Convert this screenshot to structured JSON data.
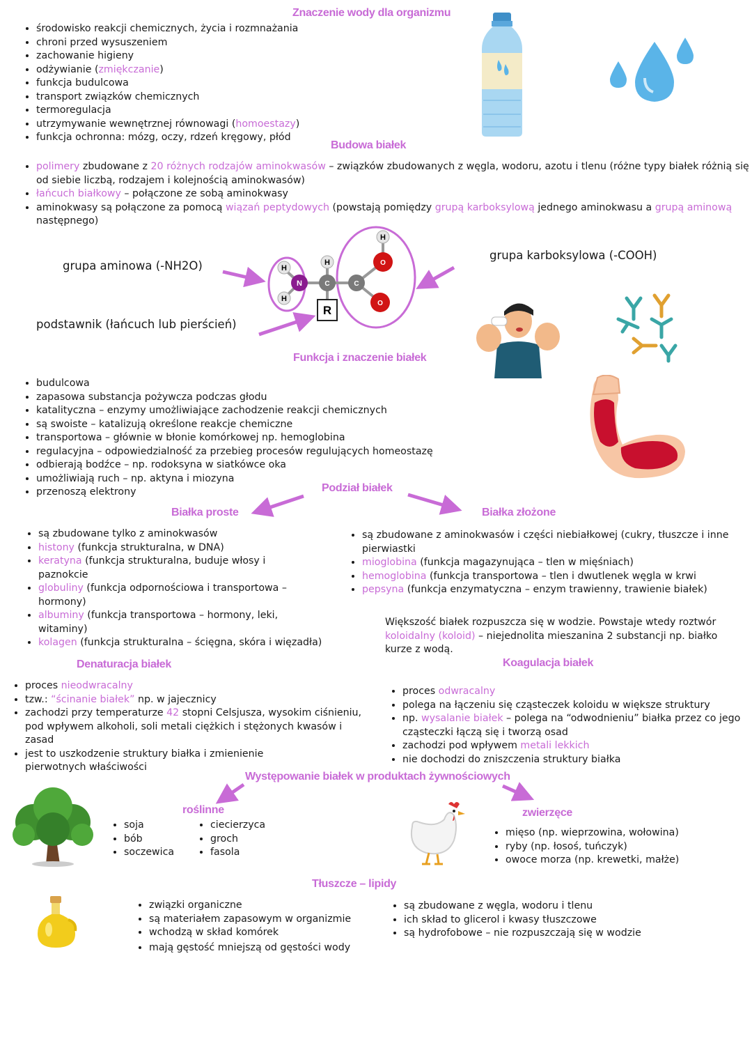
{
  "water": {
    "title": "Znaczenie wody dla organizmu",
    "items": [
      "środowisko reakcji chemicznych, życia i rozmnażania",
      "chroni przed wysuszeniem",
      "zachowanie higieny",
      "funkcja budulcowa",
      "transport związków chemicznych",
      "termoregulacja",
      "funkcja ochronna: mózg, oczy, rdzeń kręgowy, płód"
    ],
    "nutrition": {
      "text": "odżywianie (",
      "term": "zmiękczanie",
      "close": ")"
    },
    "homeostasis": {
      "text": "utrzymywanie wewnętrznej równowagi (",
      "term": "homoestazy",
      "close": ")"
    }
  },
  "protein_structure": {
    "title": "Budowa białek",
    "b1": {
      "t1": "polimery",
      "t2": " zbudowane z ",
      "t3": "20 różnych rodzajów aminokwasów",
      "t4": " – związków zbudowanych z węgla, wodoru, azotu i tlenu (różne typy białek różnią się od siebie liczbą, rodzajem i kolejnością aminokwasów)"
    },
    "b2": {
      "t1": "łańcuch białkowy",
      "t2": " – połączone ze sobą aminokwasy"
    },
    "b3": {
      "t1": "aminokwasy są połączone za pomocą ",
      "t2": "wiązań peptydowych",
      "t3": " (powstają pomiędzy ",
      "t4": "grupą karboksylową",
      "t5": " jednego aminokwasu a ",
      "t6": "grupą aminową",
      "t7": " następnego)"
    }
  },
  "diagram": {
    "amino_label": "grupa aminowa (-NH2O)",
    "carboxyl_label": "grupa karboksylowa (-COOH)",
    "substituent_label": "podstawnik (łańcuch lub pierścień)",
    "atoms": {
      "h": "H",
      "n": "N",
      "c": "C",
      "o": "O",
      "r": "R"
    }
  },
  "protein_function": {
    "title": "Funkcja i znaczenie białek",
    "items": [
      "budulcowa",
      "zapasowa substancja pożywcza podczas głodu",
      "katalityczna – enzymy umożliwiające zachodzenie reakcji chemicznych",
      "są swoiste – katalizują określone reakcje chemiczne",
      "transportowa – głównie w błonie komórkowej np. hemoglobina",
      "regulacyjna – odpowiedzialność za przebieg procesów regulujących homeostazę",
      "odbierają bodźce – np. rodoksyna w siatkówce oka",
      "umożliwiają ruch – np. aktyna i miozyna",
      "przenoszą elektrony"
    ]
  },
  "division": {
    "title": "Podział białek",
    "simple": {
      "title": "Białka proste",
      "first": "są zbudowane tylko z aminokwasów",
      "items": [
        {
          "term": "histony",
          "desc": " (funkcja strukturalna, w DNA)"
        },
        {
          "term": "keratyna",
          "desc": " (funkcja strukturalna, buduje włosy i paznokcie"
        },
        {
          "term": "globuliny",
          "desc": " (funkcja odpornościowa i transportowa – hormony)"
        },
        {
          "term": "albuminy",
          "desc": " (funkcja transportowa – hormony, leki, witaminy)"
        },
        {
          "term": "kolagen",
          "desc": " (funkcja strukturalna – ścięgna, skóra i więzadła)"
        }
      ]
    },
    "complex": {
      "title": "Białka złożone",
      "first": "są zbudowane z aminokwasów i części niebiałkowej (cukry, tłuszcze i inne pierwiastki",
      "items": [
        {
          "term": "mioglobina",
          "desc": " (funkcja magazynująca – tlen w mięśniach)"
        },
        {
          "term": "hemoglobina",
          "desc": " (funkcja transportowa – tlen i dwutlenek węgla w krwi"
        },
        {
          "term": "pepsyna",
          "desc": " (funkcja enzymatyczna – enzym trawienny, trawienie białek)"
        }
      ]
    }
  },
  "colloid": {
    "t1": "Większość białek rozpuszcza się w wodzie. Powstaje wtedy roztwór ",
    "t2": "koloidalny (koloid)",
    "t3": " – niejednolita mieszanina 2 substancji np. białko kurze z wodą."
  },
  "denaturation": {
    "title": "Denaturacja białek",
    "b1": {
      "t1": "proces ",
      "t2": "nieodwracalny"
    },
    "b2": {
      "t1": "tzw.: ",
      "t2": "“ścinanie białek”",
      "t3": " np. w jajecznicy"
    },
    "b3": {
      "t1": "zachodzi przy temperaturze ",
      "t2": "42",
      "t3": " stopni Celsjusza, wysokim ciśnieniu, pod wpływem alkoholi, soli metali ciężkich i stężonych kwasów i zasad"
    },
    "b4": "jest to uszkodzenie struktury białka i zmienienie pierwotnych właściwości"
  },
  "coagulation": {
    "title": "Koagulacja białek",
    "b1": {
      "t1": "proces ",
      "t2": "odwracalny"
    },
    "b2": "polega na łączeniu się cząsteczek koloidu w większe struktury",
    "b3": {
      "t1": "np. ",
      "t2": "wysalanie białek",
      "t3": " – polega na “odwodnieniu” białka przez co jego cząsteczki łączą się i tworzą osad"
    },
    "b4": {
      "t1": "zachodzi pod wpływem ",
      "t2": "metali lekkich"
    },
    "b5": "nie dochodzi do zniszczenia struktury białka"
  },
  "occurrence": {
    "title": "Występowanie białek w produktach żywnościowych",
    "plant": {
      "title": "roślinne",
      "col1": [
        "soja",
        "bób",
        "soczewica"
      ],
      "col2": [
        "ciecierzyca",
        "groch",
        "fasola"
      ]
    },
    "animal": {
      "title": "zwierzęce",
      "items": [
        "mięso (np. wieprzowina, wołowina)",
        "ryby (np. łosoś, tuńczyk)",
        "owoce morza (np. krewetki, małże)"
      ]
    }
  },
  "lipids": {
    "title": "Tłuszcze – lipidy",
    "col1": [
      "związki organiczne",
      "są materiałem zapasowym w organizmie",
      "wchodzą w skład komórek",
      "mają gęstość mniejszą od gęstości wody"
    ],
    "col2": [
      "są zbudowane z węgla, wodoru i tlenu",
      "ich skład to glicerol i kwasy tłuszczowe",
      "są hydrofobowe – nie rozpuszczają się w wodzie"
    ]
  },
  "colors": {
    "accent": "#c86bd6",
    "text": "#1a1a1a",
    "water": "#5ab4e8"
  },
  "icons": [
    "water-bottle-icon",
    "water-drops-icon",
    "molecule-diagram",
    "bodybuilder-icon",
    "antibody-icon",
    "muscle-arm-icon",
    "tree-icon",
    "chicken-icon",
    "oil-bottle-icon"
  ]
}
